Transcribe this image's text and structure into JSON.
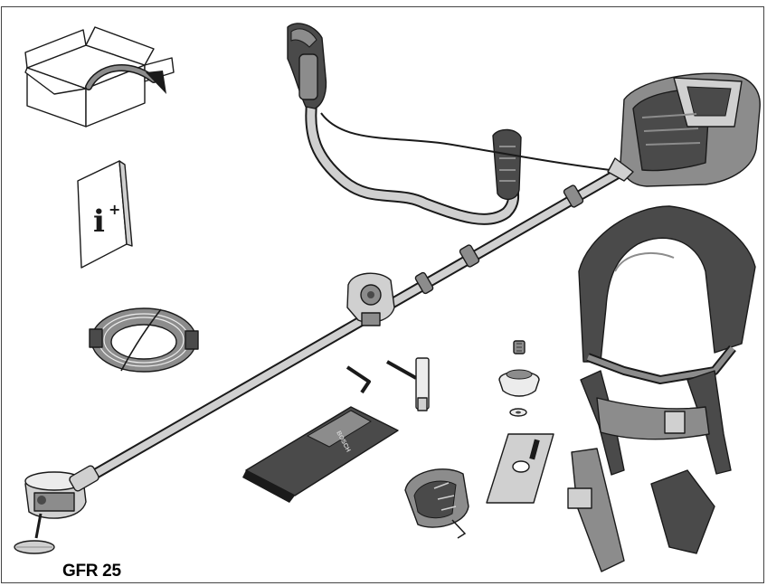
{
  "figure": {
    "model_label": "GFR 25",
    "info_icon_text": "i",
    "info_icon_plus": "+",
    "pouch_brand": "BOSCH"
  },
  "colors": {
    "outline": "#1a1a1a",
    "dark_gray": "#4a4a4a",
    "mid_gray": "#8c8c8c",
    "light_gray": "#d0d0d0",
    "very_light_gray": "#ececec"
  }
}
